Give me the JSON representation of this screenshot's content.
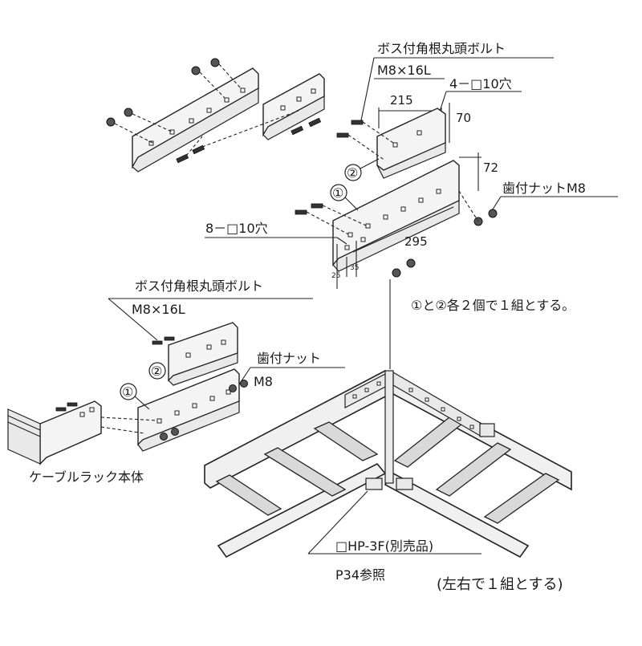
{
  "labels": {
    "boss_bolt_top": "ボス付角根丸頭ボルト",
    "boss_bolt_top_size": "M8×16L",
    "holes_4": "4－□10穴",
    "dim_215": "215",
    "dim_70": "70",
    "dim_72": "72",
    "serrated_nut_m8": "歯付ナットM8",
    "holes_8": "8－□10穴",
    "dim_295": "295",
    "dim_25": "25",
    "dim_35": "35",
    "set_note": "①と②各２個で１組とする。",
    "boss_bolt_mid": "ボス付角根丸頭ボルト",
    "boss_bolt_mid_size": "M8×16L",
    "serrated_nut": "歯付ナット",
    "serrated_nut_size": "M8",
    "cable_rack_body": "ケーブルラック本体",
    "hp3f": "□HP-3F(別売品)",
    "p34_ref": "P34参照",
    "pair_note": "(左右で１組とする)",
    "num_1": "①",
    "num_2": "②"
  }
}
